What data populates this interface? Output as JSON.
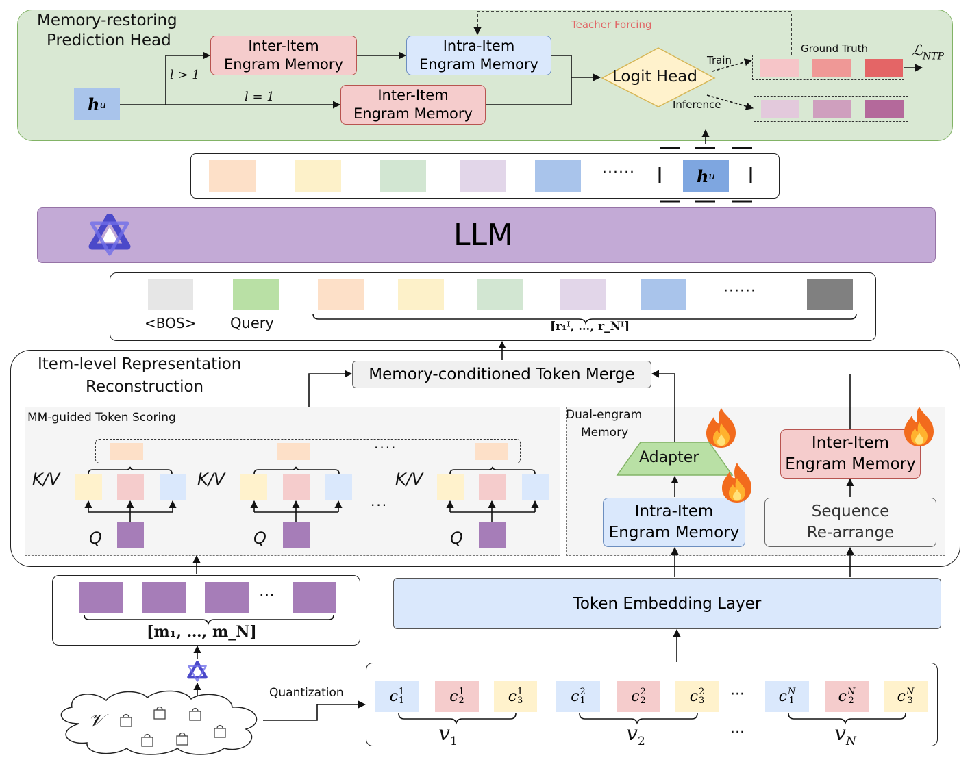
{
  "prediction_head": {
    "title_line1": "Memory-restoring",
    "title_line2": "Prediction Head",
    "teacher_forcing": "Teacher Forcing",
    "inter_item_top_line1": "Inter-Item",
    "inter_item_top_line2": "Engram Memory",
    "intra_item_line1": "Intra-Item",
    "intra_item_line2": "Engram Memory",
    "inter_item_bottom_line1": "Inter-Item",
    "inter_item_bottom_line2": "Engram Memory",
    "l_gt": "l > 1",
    "l_eq": "l = 1",
    "hu": "h",
    "hu_sub": "u",
    "logit_head": "Logit Head",
    "train": "Train",
    "inference": "Inference",
    "ground_truth": "Ground Truth",
    "loss": "ℒ",
    "loss_sub": "NTP"
  },
  "llm_output": {
    "ellipsis": "······",
    "hu": "h",
    "hu_sub": "u"
  },
  "llm": {
    "label": "LLM"
  },
  "llm_input": {
    "bos": "<BOS>",
    "query": "Query",
    "ellipsis": "······",
    "r_label": "[r₁ᴵ, …, r_Nᴵ]"
  },
  "reconstruction": {
    "title_line1": "Item-level Representation",
    "title_line2": "Reconstruction",
    "token_merge": "Memory-conditioned Token Merge",
    "mm_scoring": "MM-guided Token Scoring",
    "kv": "K/V",
    "q": "Q",
    "dots_top": "····",
    "dots_mid": "···",
    "dual_engram_line1": "Dual-engram",
    "dual_engram_line2": "Memory",
    "adapter": "Adapter",
    "intra_line1": "Intra-Item",
    "intra_line2": "Engram Memory",
    "inter_line1": "Inter-Item",
    "inter_line2": "Engram Memory",
    "seq_line1": "Sequence",
    "seq_line2": "Re-arrange"
  },
  "mm_tokens": {
    "dots": "···",
    "label": "[m₁, …, m_N]"
  },
  "embedding": {
    "label": "Token Embedding Layer"
  },
  "items": {
    "cloud_label": "𝒱",
    "quantization": "Quantization"
  },
  "codes": {
    "c_11": "c",
    "c_12": "c",
    "c_13": "c",
    "c_21": "c",
    "c_22": "c",
    "c_23": "c",
    "c_N1": "c",
    "c_N2": "c",
    "c_N3": "c",
    "dots": "···",
    "v1": "v",
    "v1_sub": "1",
    "v2": "v",
    "v2_sub": "2",
    "vN": "v",
    "vN_sub": "N"
  },
  "colors": {
    "head_bg": "#d9e8d3",
    "head_border": "#82b366",
    "llm_bg": "#c3aad6",
    "llm_border": "#9673a6",
    "pink": "#f5cccc",
    "pink_border": "#c0504d",
    "blue": "#dae8fc",
    "blue_border": "#6c8ebf",
    "yellow": "#fff2cc",
    "purple_tok": "#a67db8"
  }
}
